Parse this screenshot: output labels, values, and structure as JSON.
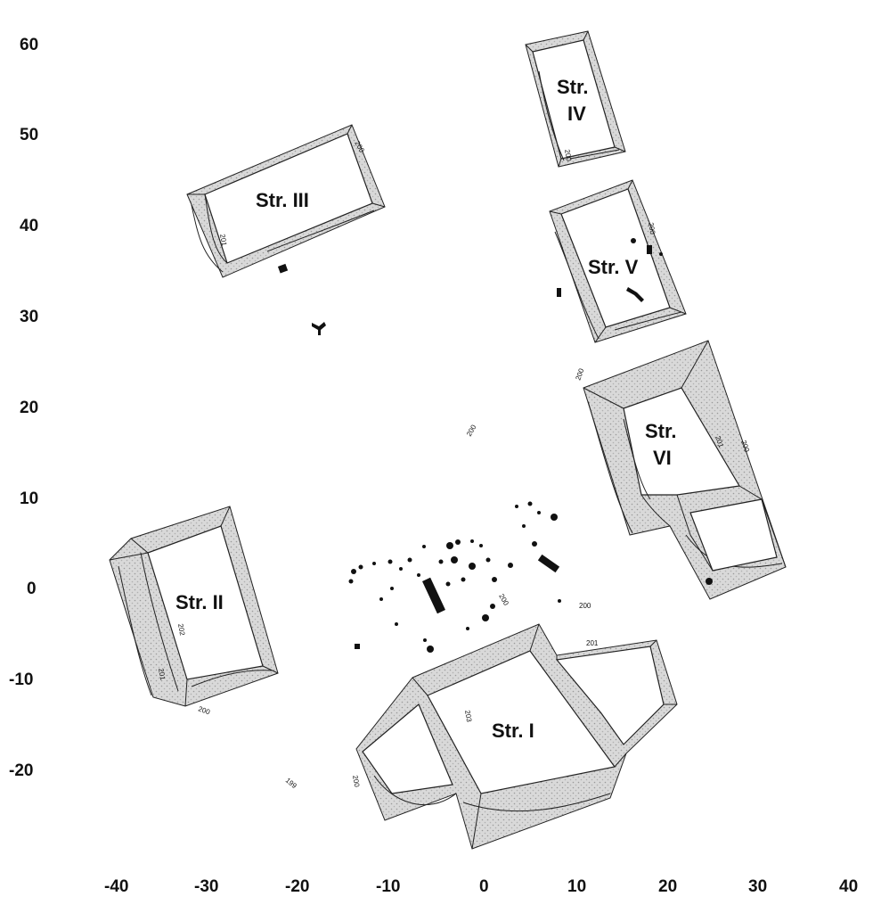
{
  "axes": {
    "x_ticks": [
      "-40",
      "-30",
      "-20",
      "-10",
      "0",
      "10",
      "20",
      "30",
      "40"
    ],
    "y_ticks": [
      "60",
      "50",
      "40",
      "30",
      "20",
      "10",
      "0",
      "-10",
      "-20"
    ]
  },
  "structures": {
    "str1": {
      "label": "Str. I"
    },
    "str2": {
      "label": "Str. II"
    },
    "str3": {
      "label": "Str. III"
    },
    "str4": {
      "line1": "Str.",
      "line2": "IV"
    },
    "str5": {
      "label": "Str. V"
    },
    "str6": {
      "line1": "Str.",
      "line2": "VI"
    }
  },
  "contour_labels": {
    "c200_center": "200",
    "c200_right": "200",
    "c200_mid": "200",
    "c200_str2": "200",
    "c201_str2": "201",
    "c202_str2": "202",
    "c199": "199",
    "c200_str1": "200",
    "c203_str1": "203",
    "c201_str1": "201",
    "c200_str3": "200",
    "c201_str3": "201",
    "c200_str4": "200",
    "c200_str5": "200",
    "c200_str6": "200",
    "c201_str6": "201",
    "c200_str6b": "200"
  }
}
